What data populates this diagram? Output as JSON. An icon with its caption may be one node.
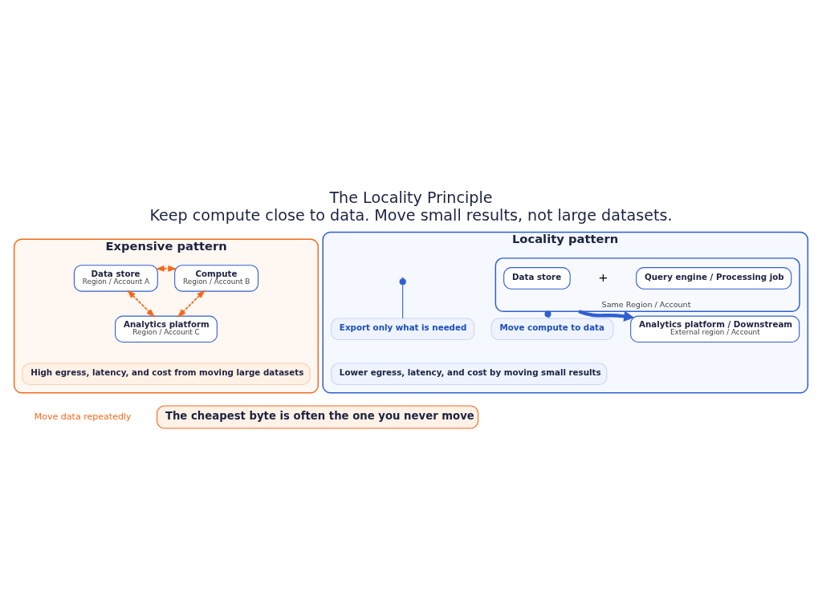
{
  "diagram": {
    "title": "The Locality Principle",
    "caption": "Keep compute close to data. Move small results, not large datasets.",
    "nodes": [
      {
        "text": [
          "Expensive pattern"
        ]
      },
      {
        "text": [
          "Data store",
          "Region / Account A"
        ],
        "in": 0
      },
      {
        "text": [
          "Compute",
          "Region / Account B"
        ],
        "in": 0
      },
      {
        "text": [
          "Analytics platform",
          "Region / Account C"
        ],
        "in": 0
      },
      {
        "text": [
          "High egress, latency, and cost from moving large datasets"
        ],
        "in": 0
      },
      {
        "text": [
          "Locality pattern"
        ]
      },
      {
        "text": [],
        "shape": "box",
        "in": 5,
        "beside": [
          "Same Region / Account"
        ]
      },
      {
        "text": [
          "Data store"
        ],
        "in": 6
      },
      {
        "text": [
          "Query engine / Processing job"
        ],
        "in": 6
      },
      {
        "text": [
          "Analytics platform / Downstream",
          "External region / Account"
        ],
        "in": 5
      },
      {
        "text": [
          "Move compute to data"
        ],
        "in": 5
      },
      {
        "text": [
          "Export only what is needed"
        ],
        "in": 5
      },
      {
        "text": [
          "Lower egress, latency, and cost by moving small results"
        ],
        "in": 5
      },
      {
        "text": [
          "The cheapest byte is often the one you never move"
        ]
      }
    ],
    "edges": [
      {
        "from": 1,
        "to": 2,
        "arrow": "both",
        "style": "dashed",
        "color": "#f26b1d"
      },
      {
        "from": 1,
        "to": 3,
        "arrow": "both",
        "style": "dashed",
        "color": "#f26b1d"
      },
      {
        "from": 2,
        "to": 3,
        "arrow": "both",
        "style": "dashed",
        "color": "#f26b1d"
      },
      {
        "from": 6,
        "to": 9,
        "arrow": "to",
        "style": "thick",
        "color": "#2f5fd0"
      },
      {
        "from": 10,
        "to": 6,
        "arrow": "other",
        "color": "#2f5fd0"
      },
      {
        "from": 11,
        "to": null,
        "arrow": "other",
        "color": "#2f5fd0"
      }
    ],
    "labels": [
      "Move data repeatedly",
      "+"
    ]
  }
}
